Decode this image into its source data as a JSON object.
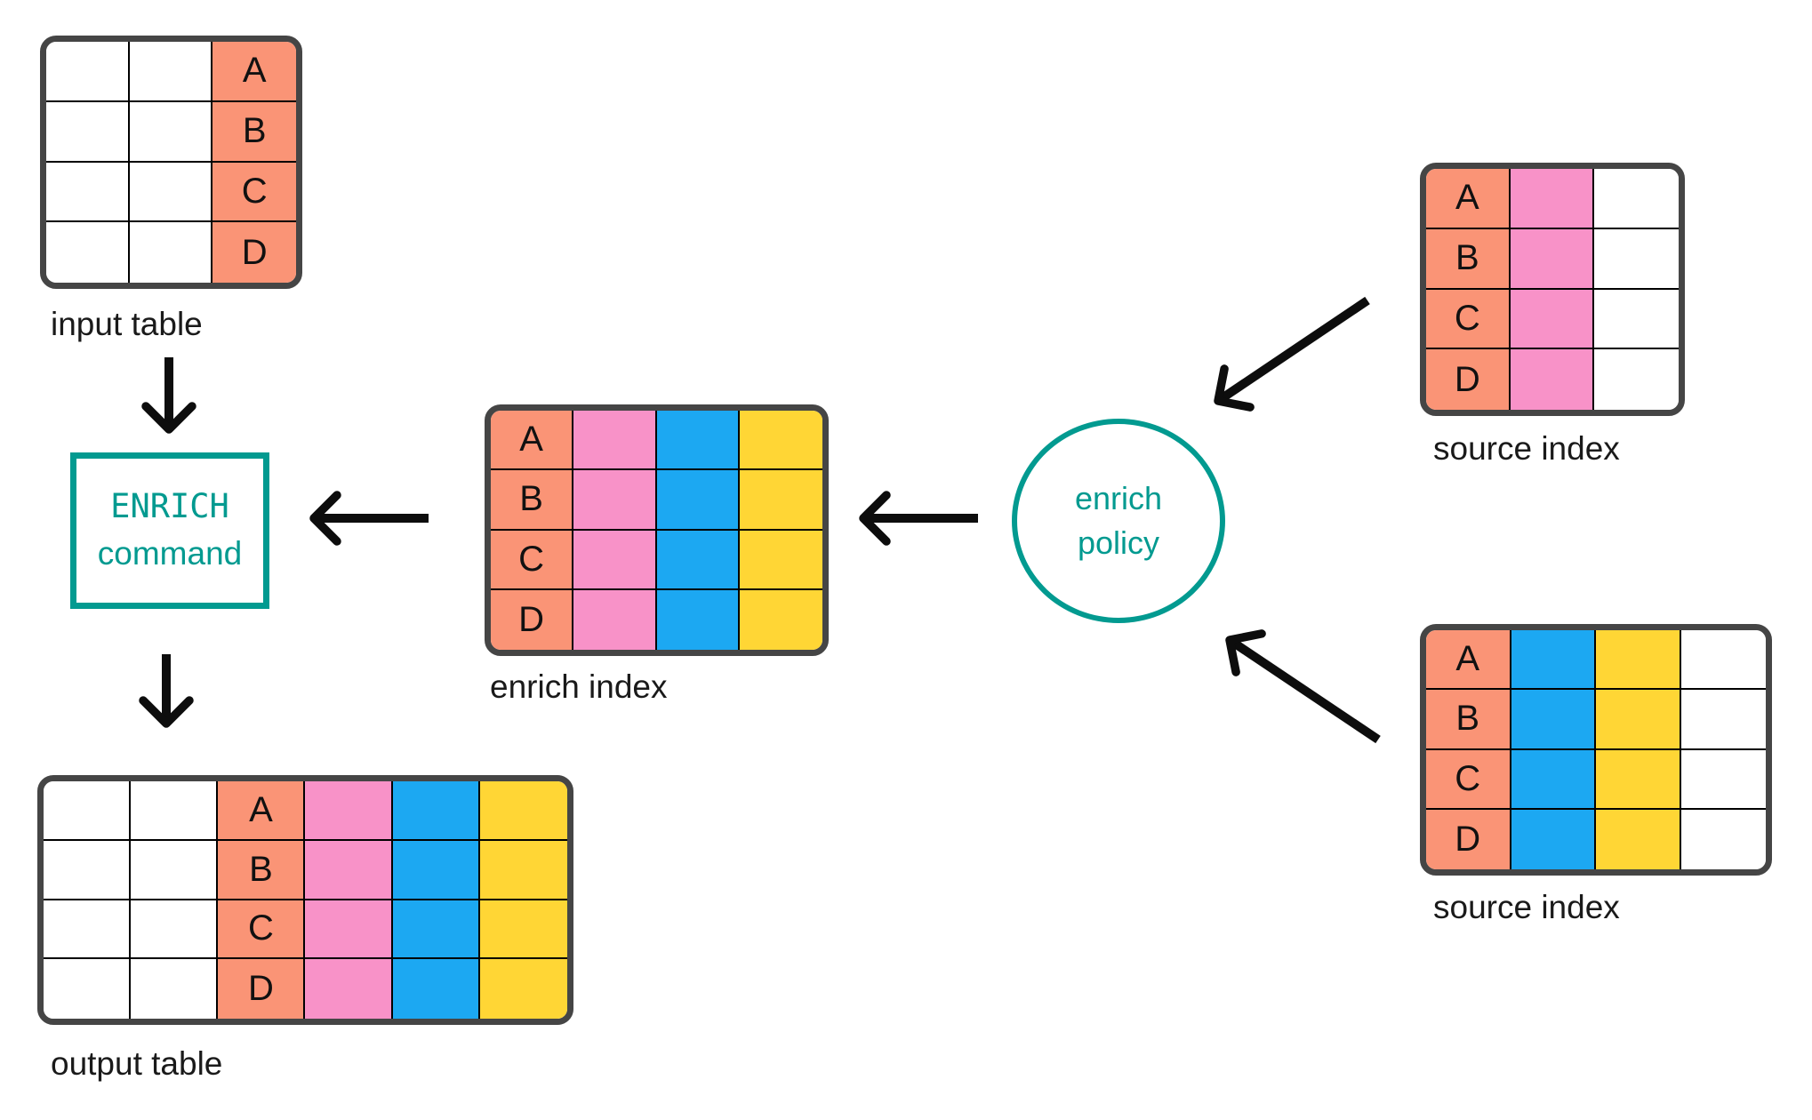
{
  "diagram": {
    "colors": {
      "salmon": "#FA9476",
      "pink": "#F892C8",
      "blue": "#1CA8F2",
      "yellow": "#FFD635",
      "white": "#FFFFFF",
      "teal": "#029A90",
      "table_border": "#454545",
      "grid_line": "#000000",
      "arrow": "#0D0D0D"
    },
    "row_letters": [
      "A",
      "B",
      "C",
      "D"
    ],
    "enrich_command": {
      "line1": "ENRICH",
      "line2": "command"
    },
    "enrich_policy": {
      "line1": "enrich",
      "line2": "policy"
    },
    "tables": [
      {
        "id": "input_table",
        "label": "input table",
        "rows": 4,
        "columns": [
          "white",
          "white",
          "salmon"
        ],
        "letter_col": 2
      },
      {
        "id": "enrich_index",
        "label": "enrich index",
        "rows": 4,
        "columns": [
          "salmon",
          "pink",
          "blue",
          "yellow"
        ],
        "letter_col": 0
      },
      {
        "id": "source_index_top",
        "label": "source index",
        "rows": 4,
        "columns": [
          "salmon",
          "pink",
          "white"
        ],
        "letter_col": 0
      },
      {
        "id": "source_index_bottom",
        "label": "source index",
        "rows": 4,
        "columns": [
          "salmon",
          "blue",
          "yellow",
          "white"
        ],
        "letter_col": 0
      },
      {
        "id": "output_table",
        "label": "output table",
        "rows": 4,
        "columns": [
          "white",
          "white",
          "salmon",
          "pink",
          "blue",
          "yellow"
        ],
        "letter_col": 2
      }
    ],
    "arrows": [
      {
        "from": "input_table",
        "to": "enrich_command"
      },
      {
        "from": "enrich_index",
        "to": "enrich_command"
      },
      {
        "from": "enrich_policy",
        "to": "enrich_index"
      },
      {
        "from": "source_index_top",
        "to": "enrich_policy"
      },
      {
        "from": "source_index_bottom",
        "to": "enrich_policy"
      },
      {
        "from": "enrich_command",
        "to": "output_table"
      }
    ]
  }
}
